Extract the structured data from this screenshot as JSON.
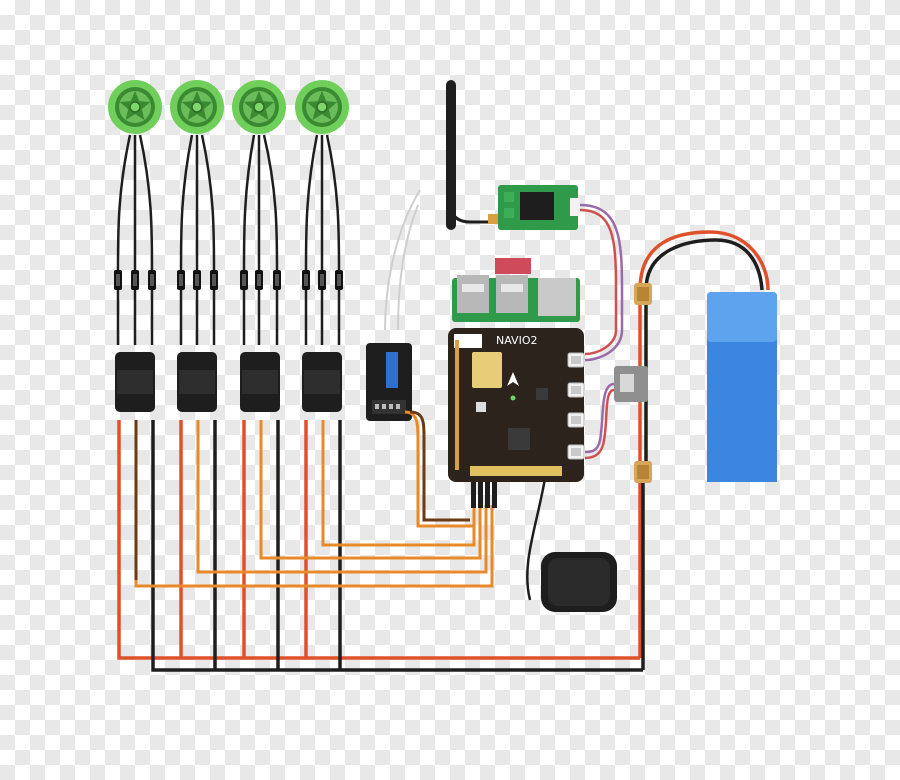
{
  "board": {
    "name": "NAVIO2"
  },
  "colors": {
    "motor": "#6fcf5a",
    "esc": "#1e1e1e",
    "wire_red": "#e0502a",
    "wire_orange": "#e88a2a",
    "wire_black": "#1e1e1e",
    "battery": "#3d86e0",
    "pcb_green": "#2f9a4a",
    "board_dark": "#2b231c"
  },
  "components": [
    {
      "type": "motor-icon",
      "count": 4
    },
    {
      "type": "esc-icon",
      "count": 4
    },
    {
      "type": "rc-receiver-icon",
      "count": 1
    },
    {
      "type": "telemetry-radio-icon",
      "count": 1
    },
    {
      "type": "antenna-icon",
      "count": 1
    },
    {
      "type": "power-module-icon",
      "count": 1
    },
    {
      "type": "xt60-connector-icon",
      "count": 2
    },
    {
      "type": "battery-icon",
      "count": 1
    },
    {
      "type": "gps-module-icon",
      "count": 1
    }
  ]
}
